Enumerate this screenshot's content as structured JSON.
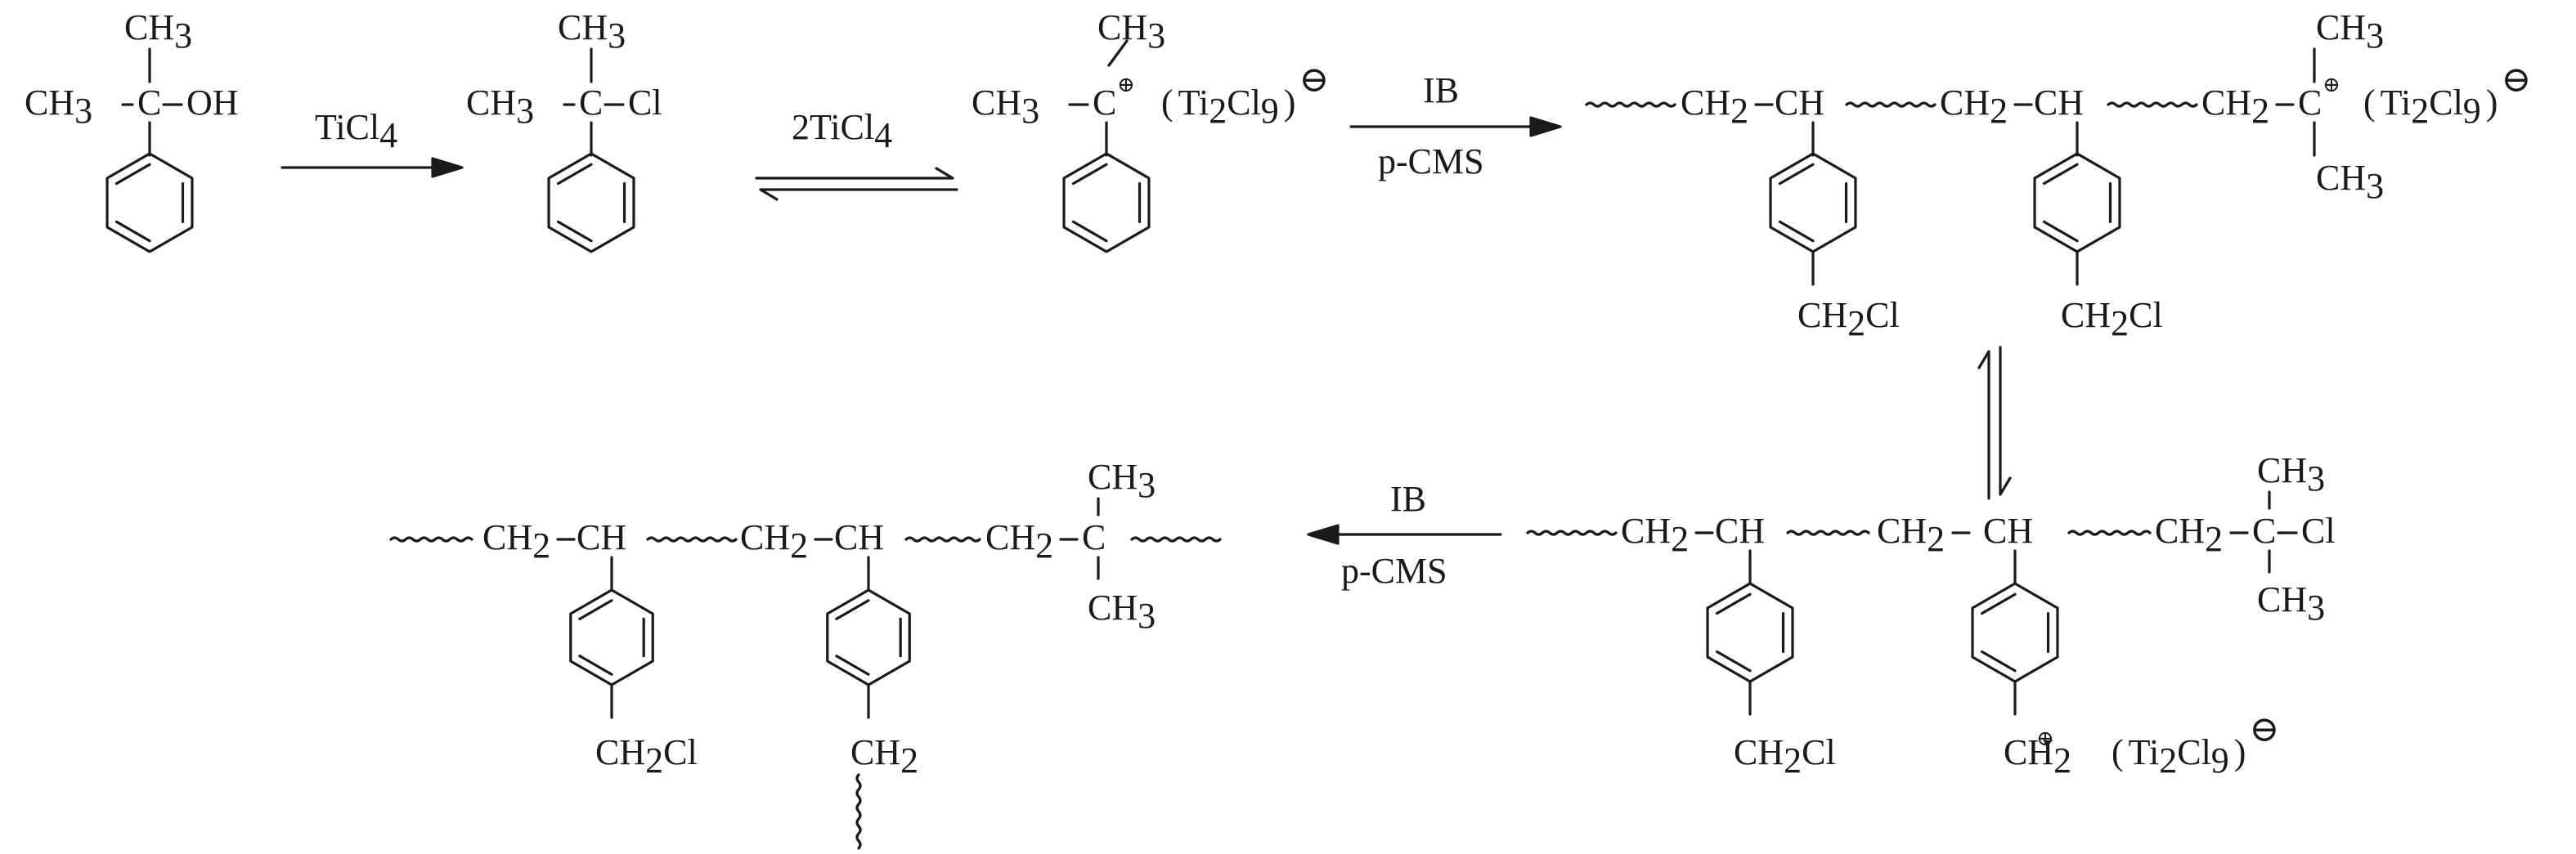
{
  "ch3": "CH",
  "three": "3",
  "two": "2",
  "four": "4",
  "nine": "9",
  "c": "C",
  "ch": "CH",
  "ch2": "CH",
  "oh": "OH",
  "cl": "Cl",
  "dash": "–",
  "paren_open": "(",
  "paren_close": ")",
  "ti": "Ti",
  "plus": "⊕",
  "minus": "⊖",
  "reagent_ticl4": "TiCl",
  "reagent_2ticl4": "2TiCl",
  "ib": "IB",
  "p_prefix": "p",
  "cms": "-CMS"
}
